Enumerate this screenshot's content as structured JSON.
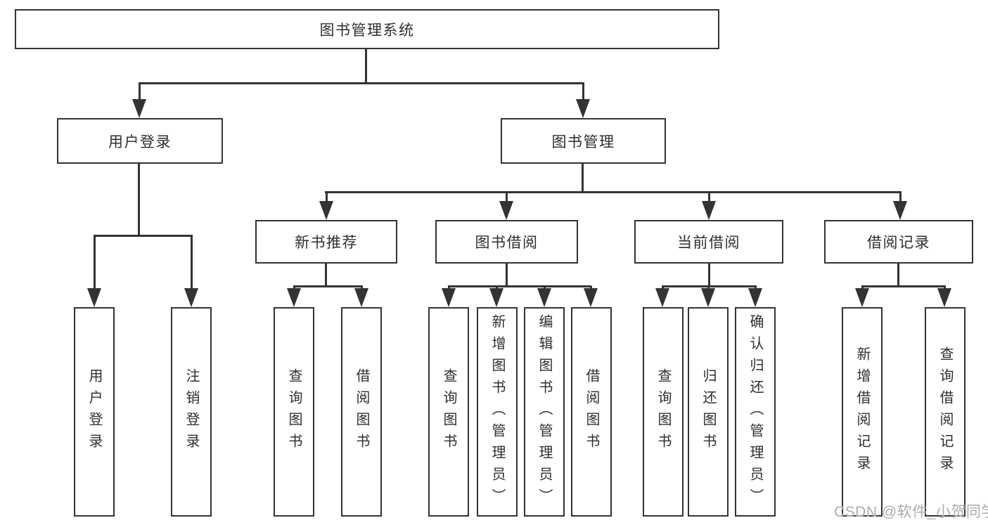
{
  "diagram": {
    "root": {
      "label": "图书管理系统"
    },
    "branches": [
      {
        "label": "用户登录",
        "children": [
          {
            "label": "用户登录"
          },
          {
            "label": "注销登录"
          }
        ]
      },
      {
        "label": "图书管理",
        "children": [
          {
            "label": "新书推荐",
            "children": [
              {
                "label": "查询图书"
              },
              {
                "label": "借阅图书"
              }
            ]
          },
          {
            "label": "图书借阅",
            "children": [
              {
                "label": "查询图书"
              },
              {
                "label": "新增图书（管理员）"
              },
              {
                "label": "编辑图书（管理员）"
              },
              {
                "label": "借阅图书"
              }
            ]
          },
          {
            "label": "当前借阅",
            "children": [
              {
                "label": "查询图书"
              },
              {
                "label": "归还图书"
              },
              {
                "label": "确认归还（管理员）"
              }
            ]
          },
          {
            "label": "借阅记录",
            "children": [
              {
                "label": "新增借阅记录"
              },
              {
                "label": "查询借阅记录"
              }
            ]
          }
        ]
      }
    ],
    "watermark": "CSDN @软件_小贺同学",
    "colors": {
      "line": "#333333",
      "text": "#2e2e2e",
      "box_bg": "#ffffff",
      "watermark": "#ababab"
    }
  }
}
